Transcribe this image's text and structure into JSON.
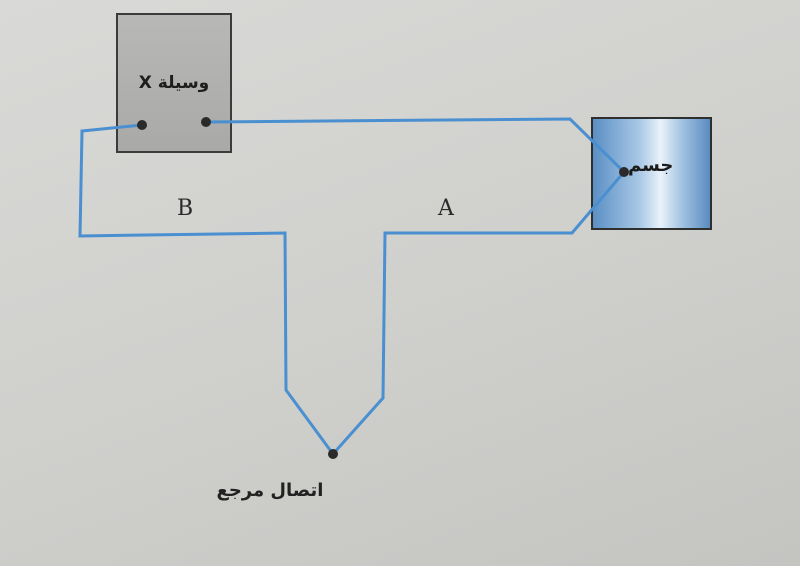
{
  "diagram": {
    "device_label": "وسيلة X",
    "body_label": "جسم",
    "ground_label": "اتصال مرجع",
    "wire_a_label": "A",
    "wire_b_label": "B",
    "wire_color": "#4a8fd0",
    "device_color": "#adadab",
    "body_color": "#7fb0dc"
  }
}
